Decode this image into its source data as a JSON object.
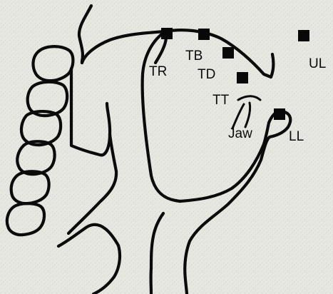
{
  "figure": {
    "sensors": [
      {
        "id": "TR",
        "label": "TR"
      },
      {
        "id": "TB",
        "label": "TB"
      },
      {
        "id": "TD",
        "label": "TD"
      },
      {
        "id": "TT",
        "label": "TT"
      },
      {
        "id": "UL",
        "label": "UL"
      },
      {
        "id": "LL",
        "label": "LL"
      },
      {
        "id": "JAW",
        "label": "Jaw"
      }
    ]
  }
}
